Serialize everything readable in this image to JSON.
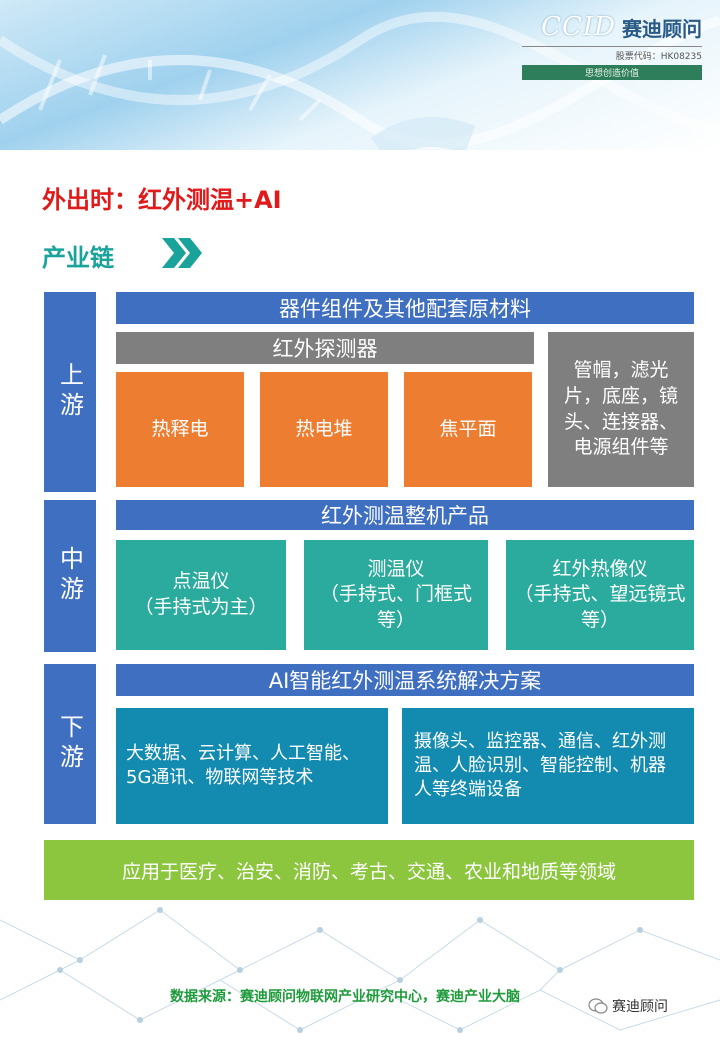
{
  "header": {
    "logo_text": "CCID",
    "brand_name": "赛迪顾问",
    "stock_code": "股票代码：HK08235",
    "slogan": "思想创造价值"
  },
  "title": "外出时：红外测温+AI",
  "subtitle": "产业链",
  "sections": {
    "upstream": {
      "label": "上游",
      "header": "器件组件及其他配套原材料",
      "detector_header": "红外探测器",
      "items": [
        "热释电",
        "热电堆",
        "焦平面"
      ],
      "other": "管帽，滤光片，底座，镜头、连接器、电源组件等"
    },
    "midstream": {
      "label": "中游",
      "header": "红外测温整机产品",
      "products": [
        {
          "name": "点温仪",
          "note": "（手持式为主）"
        },
        {
          "name": "测温仪",
          "note": "（手持式、门框式等）"
        },
        {
          "name": "红外热像仪",
          "note": "（手持式、望远镜式等）"
        }
      ]
    },
    "downstream": {
      "label": "下游",
      "header": "AI智能红外测温系统解决方案",
      "tech": "大数据、云计算、人工智能、5G通讯、物联网等技术",
      "devices": "摄像头、监控器、通信、红外测温、人脸识别、智能控制、机器人等终端设备"
    }
  },
  "applications": "应用于医疗、治安、消防、考古、交通、农业和地质等领域",
  "footer": {
    "source": "数据来源：赛迪顾问物联网产业研究中心，赛迪产业大脑",
    "wechat_name": "赛迪顾问"
  },
  "colors": {
    "blue": "#3f6fc0",
    "gray": "#7f7f7f",
    "orange": "#ed7d31",
    "teal": "#2bab9e",
    "deepteal": "#138bb1",
    "green": "#8cc63e",
    "title_red": "#e01a1a",
    "subtitle_teal": "#1aa39a"
  }
}
